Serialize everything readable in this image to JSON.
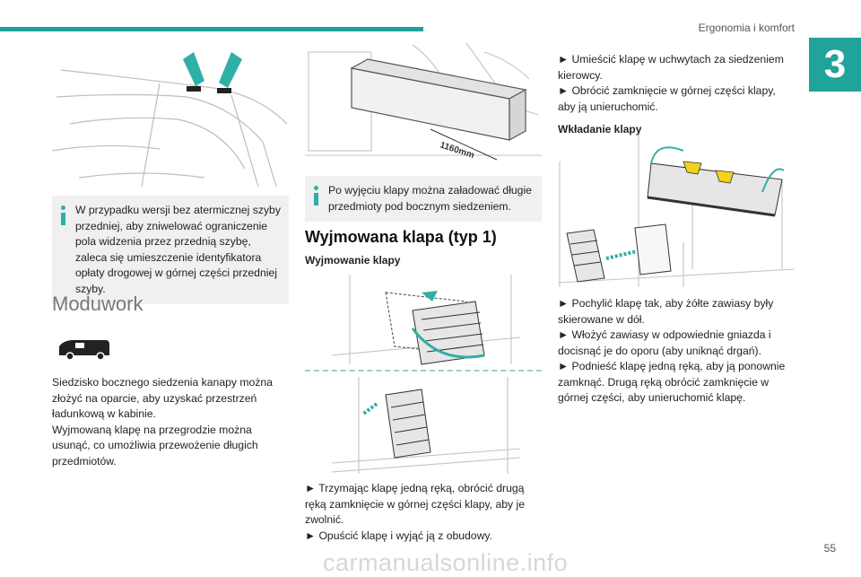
{
  "header": {
    "section": "Ergonomia i komfort",
    "chapter": "3",
    "page_number": "55",
    "watermark": "carmanualsonline.info"
  },
  "col1": {
    "note": "W przypadku wersji bez atermicznej szyby przedniej, aby zniwelować ograniczenie pola widzenia przez przednią szybę, zaleca się umieszczenie identyfikatora opłaty drogowej w górnej części przedniej szyby.",
    "section_title": "Moduwork",
    "paragraph1": "Siedzisko bocznego siedzenia kanapy można złożyć na oparcie, aby uzyskać przestrzeń ładunkową w kabinie.",
    "paragraph2": "Wyjmowaną klapę na przegrodzie można usunąć, co umożliwia przewożenie długich przedmiotów."
  },
  "col2": {
    "dimension_label": "1160mm",
    "note": "Po wyjęciu klapy można załadować długie przedmioty pod bocznym siedzeniem.",
    "section_title": "Wyjmowana klapa (typ 1)",
    "sub_heading": "Wyjmowanie klapy",
    "steps": [
      "► Trzymając klapę jedną ręką, obrócić drugą ręką zamknięcie w górnej części klapy, aby je zwolnić.",
      "► Opuścić klapę i wyjąć ją z obudowy."
    ]
  },
  "col3": {
    "steps_top": [
      "► Umieścić klapę w uchwytach za siedzeniem kierowcy.",
      "► Obrócić zamknięcie w górnej części klapy, aby ją unieruchomić."
    ],
    "sub_heading": "Wkładanie klapy",
    "steps_bottom": [
      "► Pochylić klapę tak, aby żółte zawiasy były skierowane w dół.",
      "► Włożyć zawiasy w odpowiednie gniazda i docisnąć je do oporu (aby uniknąć drgań).",
      "► Podnieść klapę jedną ręką, aby ją ponownie zamknąć. Drugą ręką obrócić zamknięcie w górnej części, aby unieruchomić klapę."
    ]
  },
  "colors": {
    "accent": "#1fa39a",
    "note_bg": "#f0f0f0",
    "hinge_yellow": "#f2d21b"
  }
}
